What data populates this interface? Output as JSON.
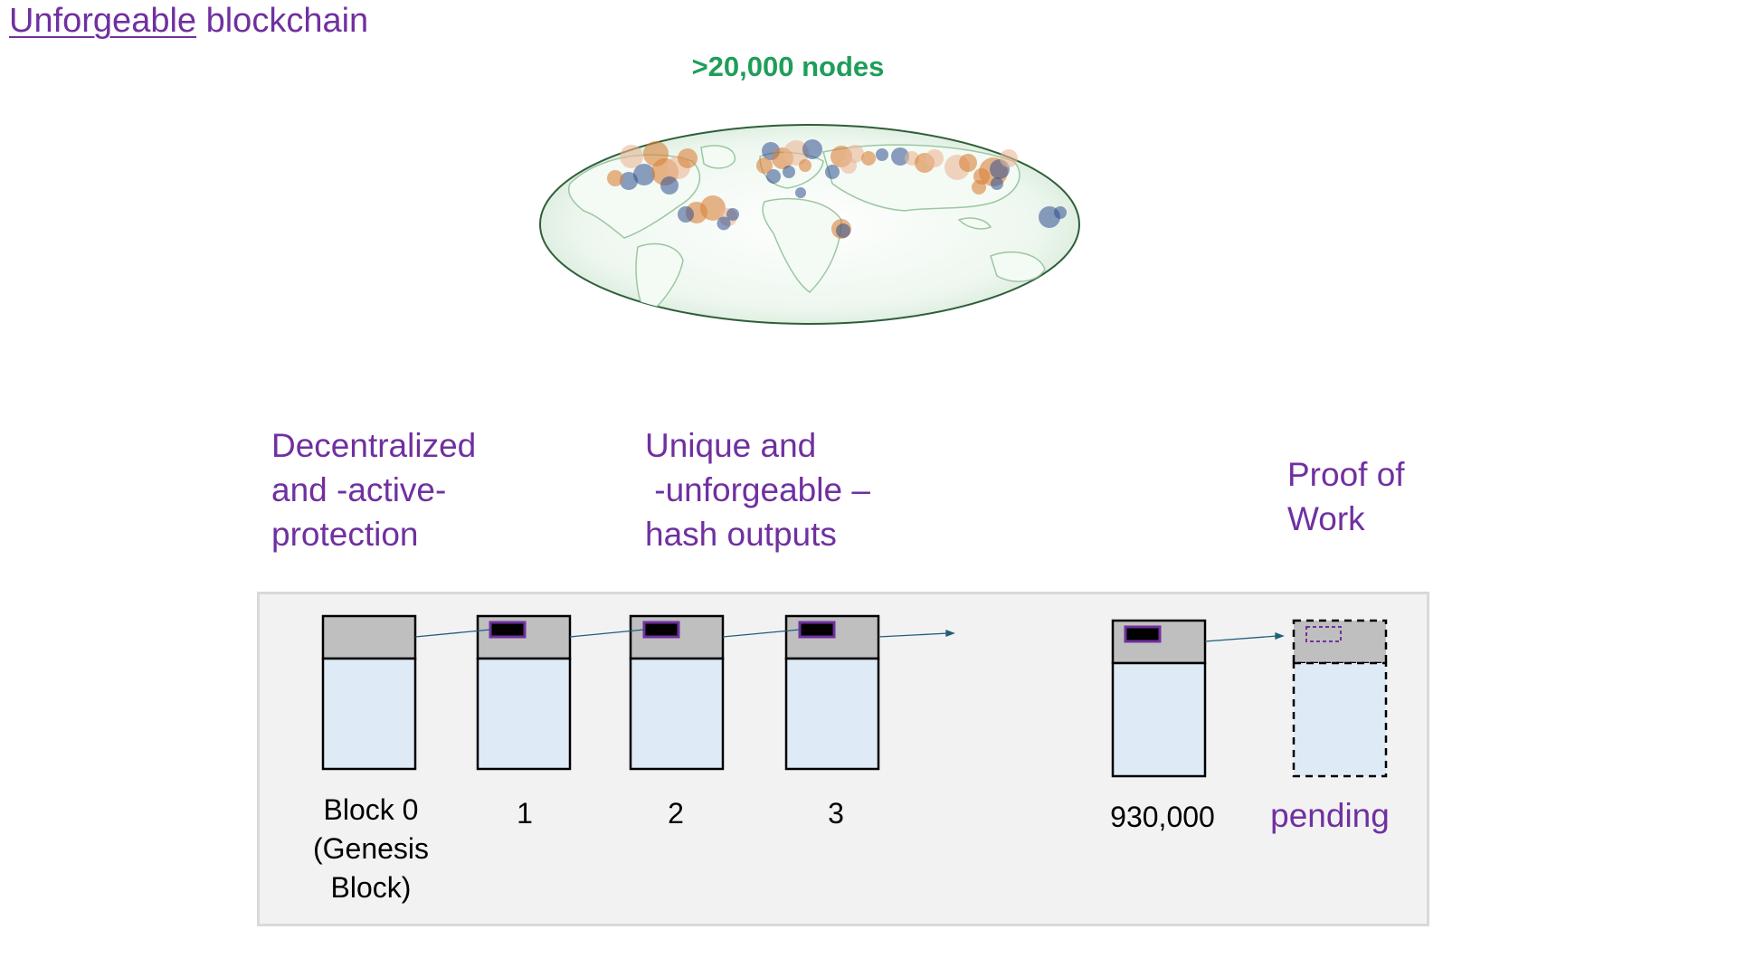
{
  "title": {
    "underlined": "Unforgeable",
    "rest": " blockchain"
  },
  "map": {
    "caption": ">20,000 nodes",
    "ocean_color": "#E6F2E8",
    "outline_color": "#2F5F3A",
    "node_colors": [
      "#2F4F8F",
      "#D9823B",
      "#E9B896"
    ]
  },
  "notes": {
    "decentralized": "Decentralized\nand -active-\nprotection",
    "unique": "Unique and\n -unforgeable –\nhash outputs",
    "pow": "Proof of\nWork"
  },
  "blocks": {
    "labels": {
      "b0": "Block 0\n(Genesis\nBlock)",
      "b1": "1",
      "b2": "2",
      "b3": "3",
      "b930k": "930,000",
      "pending": "pending"
    },
    "header_color": "#BFBFBF",
    "body_color": "#DEEAF6",
    "hash_color": "#000000",
    "hash_border": "#7030A0",
    "link_color": "#1F5F7A"
  }
}
